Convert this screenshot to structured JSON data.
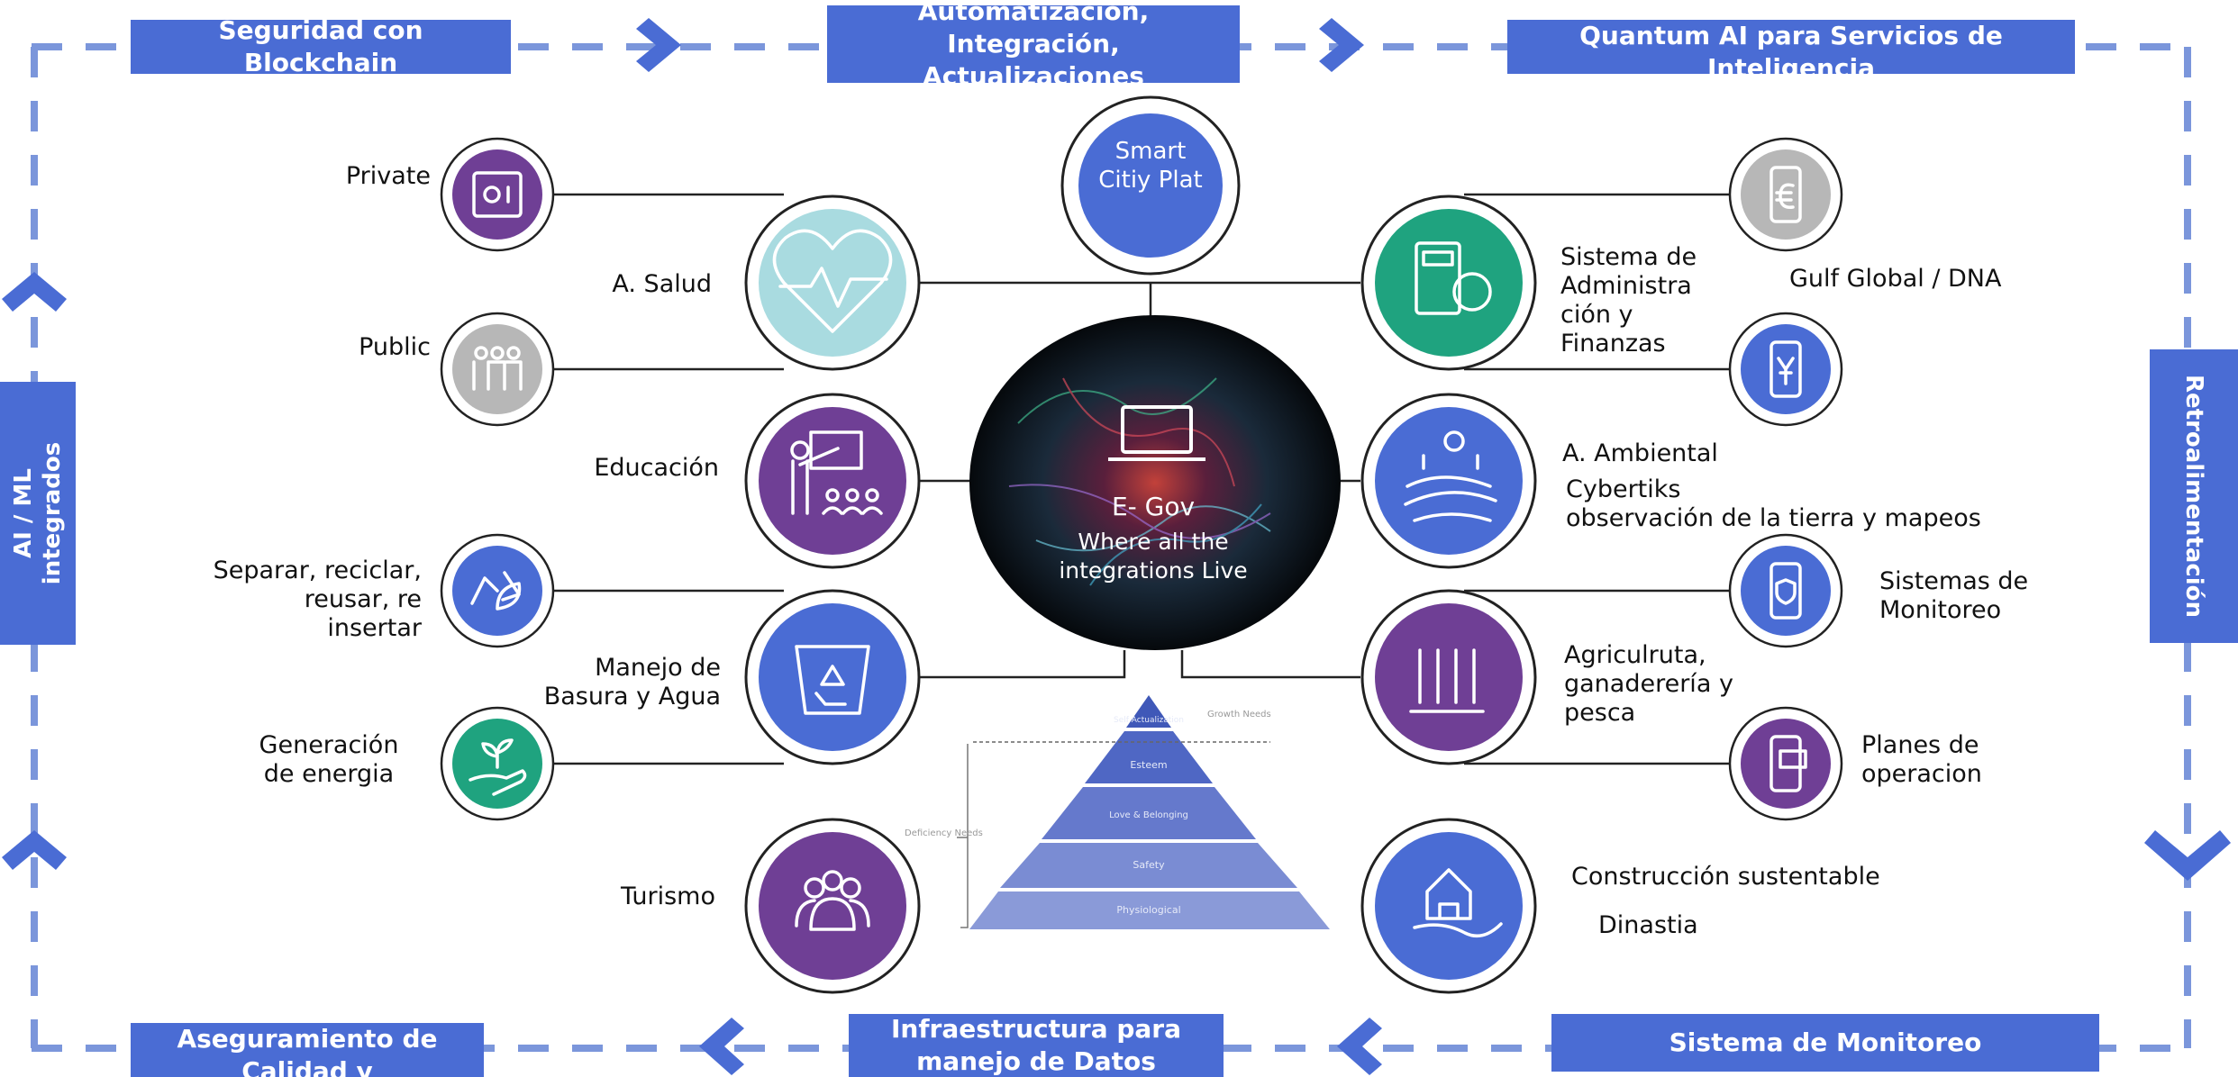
{
  "frame": {
    "top": [
      "Seguridad  con Blockchain",
      "Automatización, Integración, Actualizaciones",
      "Quantum AI para Servicios de Inteligencia"
    ],
    "bottom": [
      "Aseguramiento de Calidad y Cumplimiento",
      "Infraestructura para manejo de Datos",
      "Sistema de Monitoreo"
    ],
    "left": "AI / ML integrados",
    "right": "Retroalimentación"
  },
  "center": {
    "title": "E- Gov",
    "subtitle": "Where all the integrations Live",
    "top_node": "Smart Citiy Plat"
  },
  "left_nodes": [
    {
      "label": "A. Salud",
      "icon": "heart-pulse-icon",
      "color": "#a9dbe0"
    },
    {
      "label": "Educación",
      "icon": "teacher-class-icon",
      "color": "#6f3f95"
    },
    {
      "label": "Manejo de Basura y Agua",
      "icon": "recycle-bin-icon",
      "color": "#4a6cd4"
    },
    {
      "label": "Turismo",
      "icon": "people-group-icon",
      "color": "#6f3f95"
    }
  ],
  "left_small": [
    {
      "label": "Private",
      "icon": "safe-icon",
      "color": "#6f3f95"
    },
    {
      "label": "Public",
      "icon": "people-icon",
      "color": "#b7b7b7"
    },
    {
      "label": "Separar, reciclar, reusar, re insertar",
      "icon": "recycle-leaf-icon",
      "color": "#4a6cd4"
    },
    {
      "label": "Generación de energia",
      "icon": "hand-plant-icon",
      "color": "#1fa37f"
    }
  ],
  "right_nodes": [
    {
      "label": "Sistema de Administra ción y Finanzas",
      "icon": "calculator-coin-icon",
      "color": "#1fa37f"
    },
    {
      "label": "A. Ambiental",
      "icon": "landscape-icon",
      "color": "#4a6cd4"
    },
    {
      "label": "Agriculruta, ganaderería y pesca",
      "icon": "wheat-icon",
      "color": "#6f3f95"
    },
    {
      "label": "Construcción sustentable",
      "icon": "house-hand-icon",
      "color": "#4a6cd4"
    }
  ],
  "right_small": [
    {
      "label": "Gulf Global / DNA",
      "icon": "euro-phone-icon",
      "color": "#b7b7b7"
    },
    {
      "label": "",
      "icon": "yen-phone-icon",
      "color": "#4a6cd4"
    },
    {
      "label": "Sistemas de Monitoreo",
      "icon": "lock-phone-icon",
      "color": "#4a6cd4"
    },
    {
      "label": "Planes de operacion",
      "icon": "card-phone-icon",
      "color": "#6f3f95"
    }
  ],
  "extra_labels": {
    "cybertiks": "Cybertiks",
    "observacion": "observación de la tierra y mapeos",
    "dinastia": "Dinastia"
  },
  "pyramid": {
    "levels": [
      "Self Actualization",
      "Esteem",
      "Love & Belonging",
      "Safety",
      "Physiological"
    ],
    "growth": "Growth Needs",
    "deficiency": "Deficiency Needs"
  }
}
